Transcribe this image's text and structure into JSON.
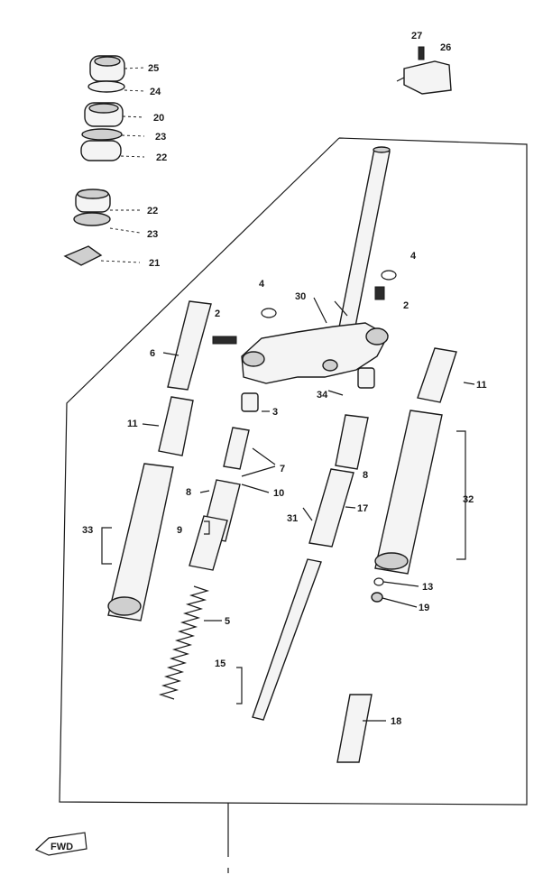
{
  "labels": {
    "p2a": "2",
    "p2b": "2",
    "p3": "3",
    "p4a": "4",
    "p4b": "4",
    "p5": "5",
    "p6": "6",
    "p7": "7",
    "p8a": "8",
    "p8b": "8",
    "p9": "9",
    "p10": "10",
    "p11a": "11",
    "p11b": "11",
    "p13": "13",
    "p15": "15",
    "p17": "17",
    "p18": "18",
    "p19": "19",
    "p20": "20",
    "p21": "21",
    "p22a": "22",
    "p22b": "22",
    "p23a": "23",
    "p23b": "23",
    "p24": "24",
    "p25": "25",
    "p26": "26",
    "p27": "27",
    "p30": "30",
    "p31": "31",
    "p32": "32",
    "p33": "33",
    "p34": "34"
  },
  "fwd_badge": "FWD"
}
